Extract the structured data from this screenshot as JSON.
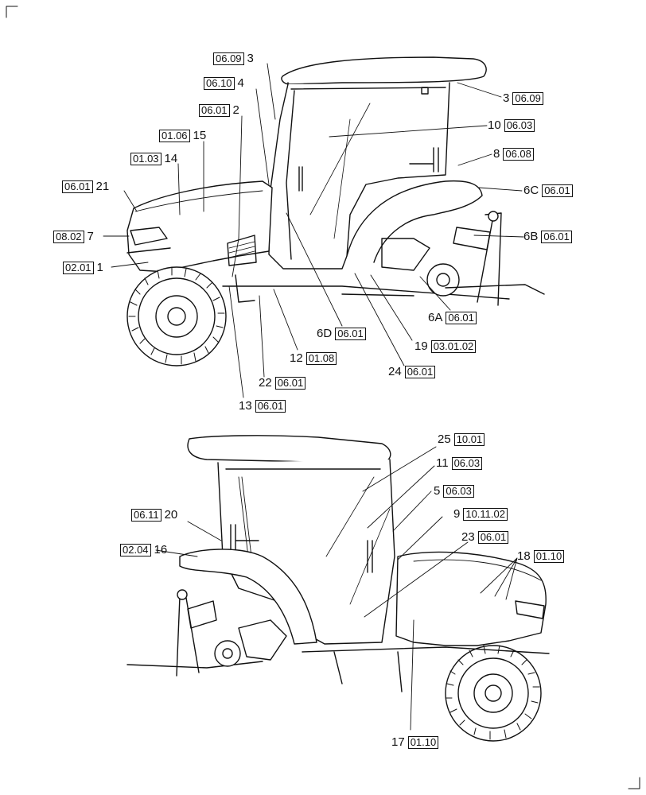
{
  "top_view": {
    "callouts": [
      {
        "num": "3",
        "ref": "06.09"
      },
      {
        "num": "4",
        "ref": "06.10"
      },
      {
        "num": "2",
        "ref": "06.01"
      },
      {
        "num": "15",
        "ref": "01.06"
      },
      {
        "num": "14",
        "ref": "01.03"
      },
      {
        "num": "21",
        "ref": "06.01"
      },
      {
        "num": "7",
        "ref": "08.02"
      },
      {
        "num": "1",
        "ref": "02.01"
      },
      {
        "num": "3",
        "ref": "06.09"
      },
      {
        "num": "10",
        "ref": "06.03"
      },
      {
        "num": "8",
        "ref": "06.08"
      },
      {
        "num": "6C",
        "ref": "06.01"
      },
      {
        "num": "6B",
        "ref": "06.01"
      },
      {
        "num": "6A",
        "ref": "06.01"
      },
      {
        "num": "6D",
        "ref": "06.01"
      },
      {
        "num": "19",
        "ref": "03.01.02"
      },
      {
        "num": "12",
        "ref": "01.08"
      },
      {
        "num": "24",
        "ref": "06.01"
      },
      {
        "num": "22",
        "ref": "06.01"
      },
      {
        "num": "13",
        "ref": "06.01"
      }
    ]
  },
  "bottom_view": {
    "callouts": [
      {
        "num": "25",
        "ref": "10.01"
      },
      {
        "num": "11",
        "ref": "06.03"
      },
      {
        "num": "5",
        "ref": "06.03"
      },
      {
        "num": "20",
        "ref": "06.11"
      },
      {
        "num": "9",
        "ref": "10.11.02"
      },
      {
        "num": "16",
        "ref": "02.04"
      },
      {
        "num": "23",
        "ref": "06.01"
      },
      {
        "num": "18",
        "ref": "01.10"
      },
      {
        "num": "17",
        "ref": "01.10"
      }
    ]
  }
}
